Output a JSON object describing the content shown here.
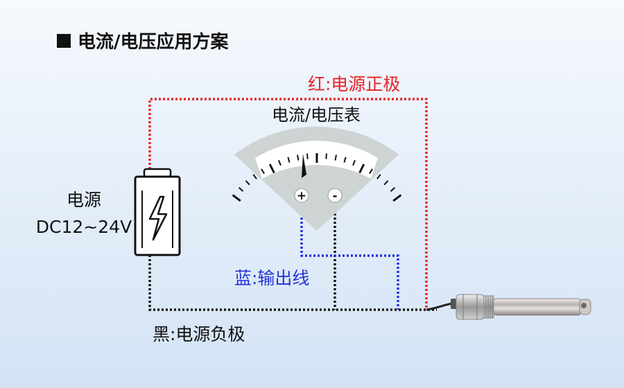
{
  "title": "电流/电压应用方案",
  "meter": {
    "label": "电流/电压表",
    "plus": "+",
    "minus": "-"
  },
  "power": {
    "name": "电源",
    "voltage": "DC12~24V"
  },
  "wires": {
    "red": {
      "label": "红:电源正极",
      "color": "#e8232a"
    },
    "blue": {
      "label": "蓝:输出线",
      "color": "#2433d8"
    },
    "black": {
      "label": "黑:电源负极",
      "color": "#111111"
    }
  }
}
